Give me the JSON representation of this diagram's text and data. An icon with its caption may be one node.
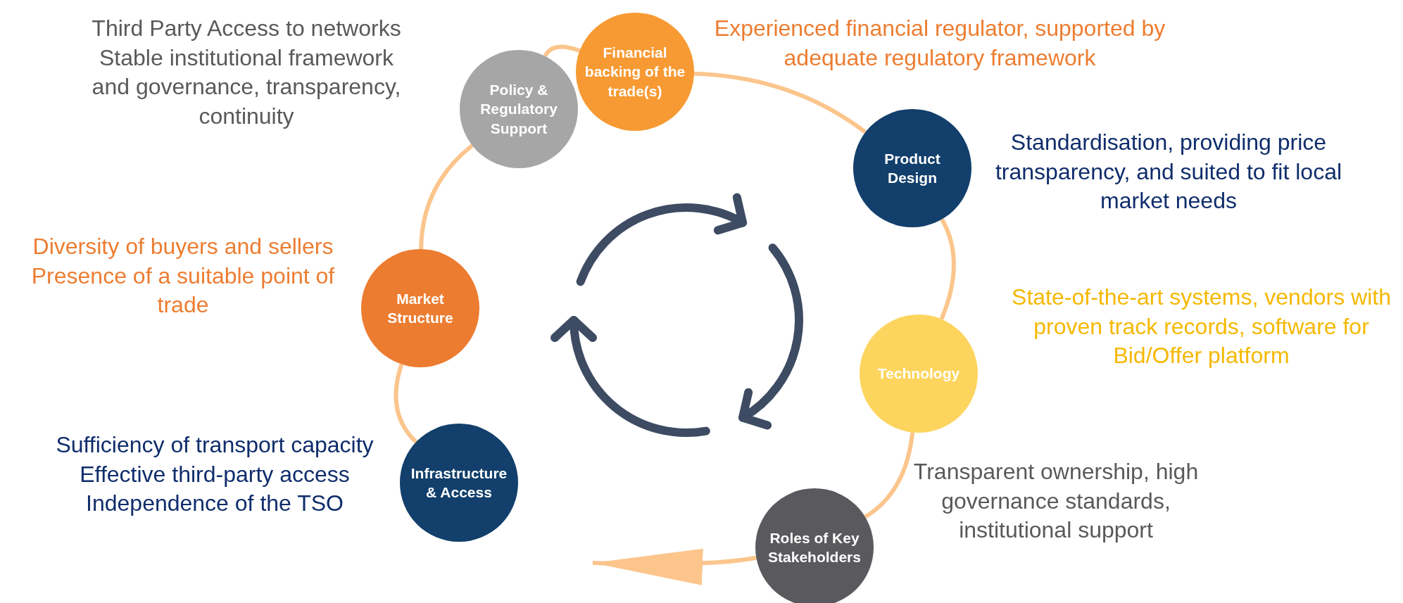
{
  "diagram": {
    "nodes": [
      {
        "text": [
          "Financial backing of the trade(s)"
        ],
        "beside": [
          "Experienced financial regulator, supported by adequate regulatory framework"
        ]
      },
      {
        "text": [
          "Policy & Regulatory Support"
        ],
        "beside": [
          "Third Party Access to networks",
          "Stable institutional framework and governance, transparency, continuity"
        ]
      },
      {
        "text": [
          "Product Design"
        ],
        "beside": [
          "Standardisation, providing price transparency, and suited to fit local market needs"
        ]
      },
      {
        "text": [
          "Market Structure"
        ],
        "beside": [
          "Diversity of buyers and sellers",
          "Presence of a suitable point of trade"
        ]
      },
      {
        "text": [
          "Technology"
        ],
        "beside": [
          "State-of-the-art systems, vendors with proven track records, software for Bid/Offer platform"
        ]
      },
      {
        "text": [
          "Infrastructure & Access"
        ],
        "beside": [
          "Sufficiency of transport capacity",
          "Effective third-party access",
          "Independence of the TSO"
        ]
      },
      {
        "text": [
          "Roles of Key Stakeholders"
        ],
        "beside": [
          "Transparent ownership, high governance standards, institutional support"
        ]
      }
    ],
    "edges": [
      {
        "from": 5,
        "to": 3,
        "arrow": "none"
      },
      {
        "from": 3,
        "to": 1,
        "arrow": "none"
      },
      {
        "from": 1,
        "to": 0,
        "arrow": "none"
      },
      {
        "from": 0,
        "to": 2,
        "arrow": "none"
      },
      {
        "from": 2,
        "to": 4,
        "arrow": "none"
      },
      {
        "from": 4,
        "to": 6,
        "arrow": "none"
      },
      {
        "from": 6,
        "to": null,
        "arrow": "to"
      }
    ]
  }
}
